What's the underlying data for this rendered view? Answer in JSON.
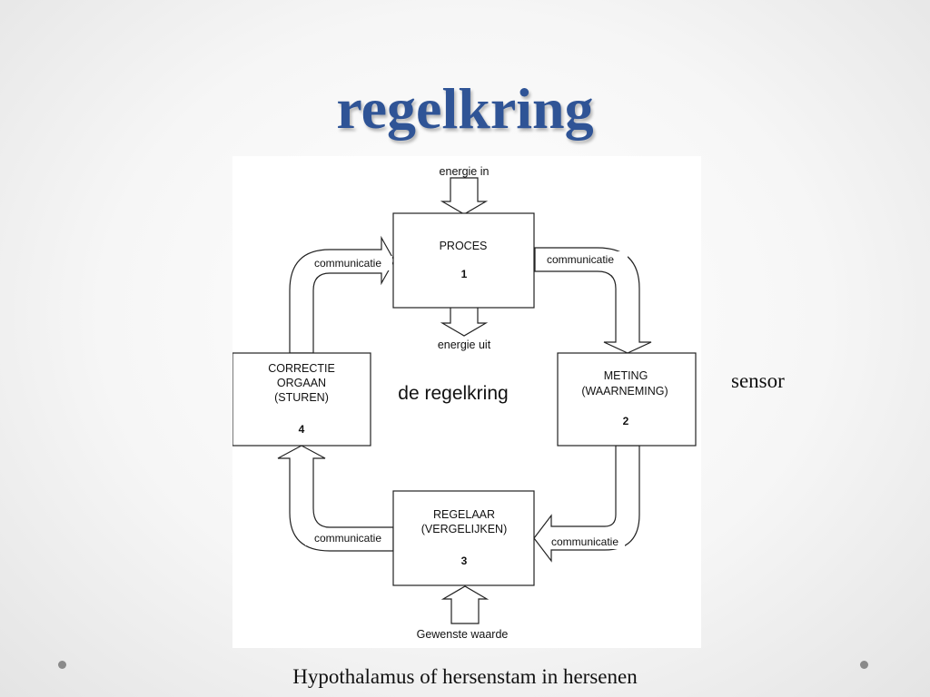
{
  "slide": {
    "title": "regelkring",
    "side_label": "sensor",
    "caption": "Hypothalamus of  hersenstam in hersenen"
  },
  "diagram": {
    "center_label": "de regelkring",
    "boxes": [
      {
        "lines": [
          "PROCES"
        ],
        "number": "1"
      },
      {
        "lines": [
          "METING",
          "(WAARNEMING)"
        ],
        "number": "2"
      },
      {
        "lines": [
          "REGELAAR",
          "(VERGELIJKEN)"
        ],
        "number": "3"
      },
      {
        "lines": [
          "CORRECTIE",
          "ORGAAN",
          "(STUREN)"
        ],
        "number": "4"
      }
    ],
    "flows": {
      "energy_in": "energie in",
      "energy_out": "energie uit",
      "setpoint": "Gewenste waarde",
      "comm_top_left": "communicatie",
      "comm_top_right": "communicatie",
      "comm_bottom_left": "communicatie",
      "comm_bottom_right": "communicatie"
    }
  }
}
